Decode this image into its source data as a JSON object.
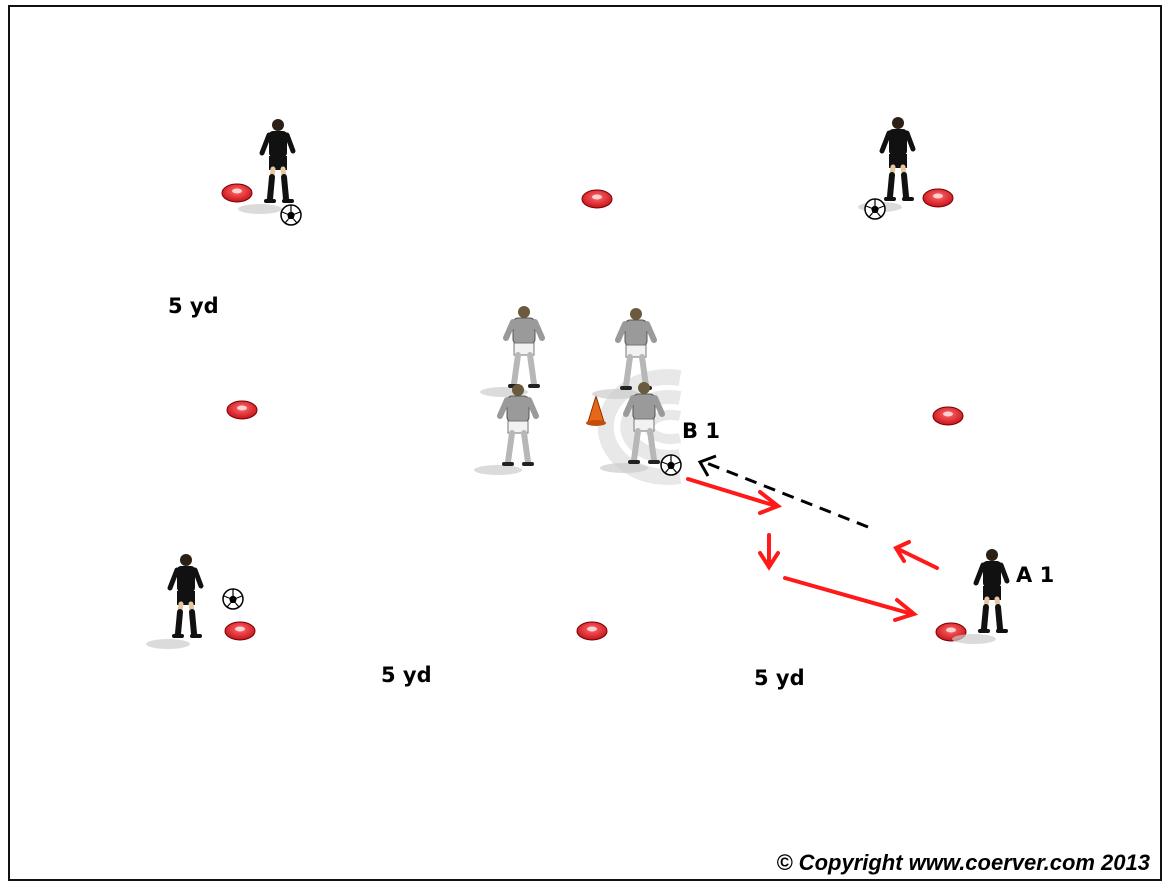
{
  "labels": {
    "distance_left": "5 yd",
    "distance_bottom_mid": "5 yd",
    "distance_bottom_right": "5 yd",
    "player_a": "A 1",
    "player_b": "B 1"
  },
  "copyright": "© Copyright www.coerver.com 2013",
  "colors": {
    "cone_disc": "#e01b24",
    "cone_tall": "#e8661a",
    "pass_arrow": "#ff1a1a",
    "run_line": "#000000",
    "team_dark": "#111111",
    "team_light": "#9a9a9a",
    "watermark": "#e6e6e6"
  },
  "icons": [
    "disc-cone-icon",
    "tall-cone-icon",
    "soccer-ball-icon",
    "player-figure-icon",
    "coerver-logo-watermark"
  ]
}
